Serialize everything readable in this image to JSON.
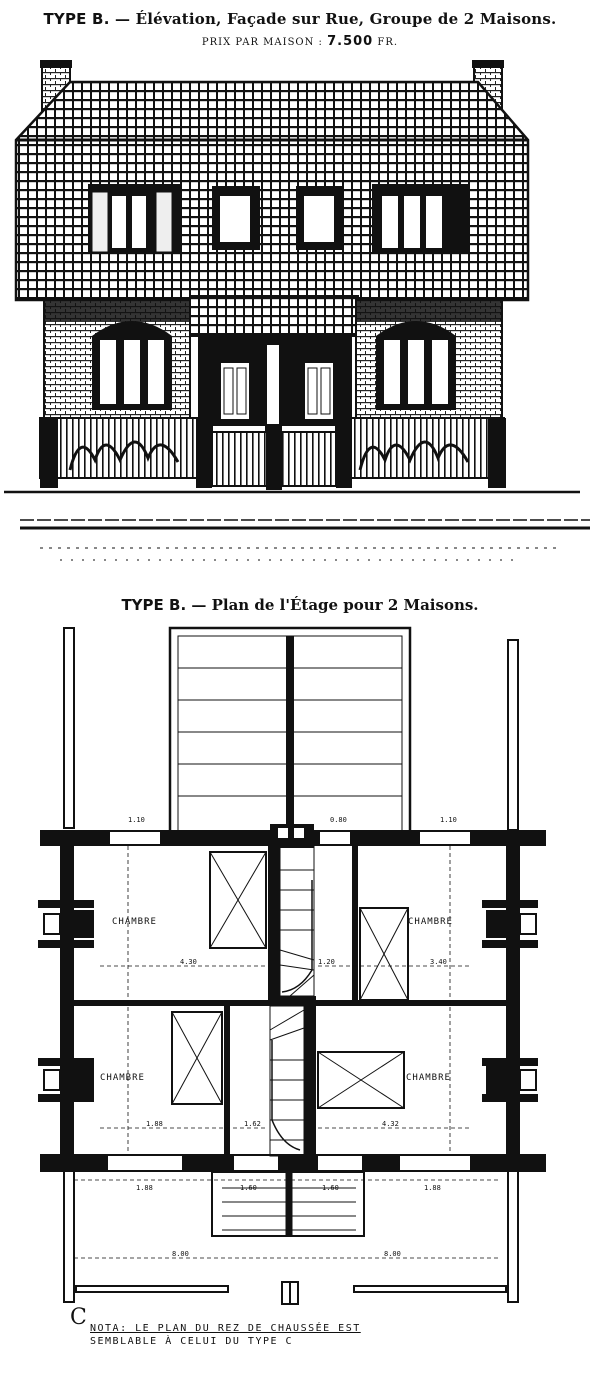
{
  "elevation": {
    "type_label": "TYPE B.",
    "title": "— Élévation, Façade sur Rue, Groupe de 2 Maisons.",
    "price_prefix": "PRIX PAR MAISON :",
    "price_value": "7.500",
    "price_unit": "FR."
  },
  "plan": {
    "type_label": "TYPE B.",
    "title": "— Plan de l'Étage pour 2 Maisons.",
    "room_labels": [
      "CHAMBRE",
      "CHAMBRE",
      "CHAMBRE",
      "CHAMBRE"
    ],
    "dimensions": {
      "top_left": "1.10",
      "top_mid": "0.80",
      "top_right": "1.10",
      "mid_left": "4.30",
      "mid_mid_left": "1.20",
      "mid_right": "3.40",
      "low_left": "1.88",
      "low_mid": "1.62",
      "low_right": "4.32",
      "bottom_left": "1.88",
      "bottom_mid_left": "1.60",
      "bottom_mid_right": "1.60",
      "bottom_right": "1.88",
      "overall_left": "8.00",
      "overall_right": "8.00"
    },
    "note_line1": "NOTA: LE PLAN DU REZ DE CHAUSSÉE EST",
    "note_line2": "SEMBLABLE À CELUI DU TYPE C",
    "note_mark": "C"
  }
}
